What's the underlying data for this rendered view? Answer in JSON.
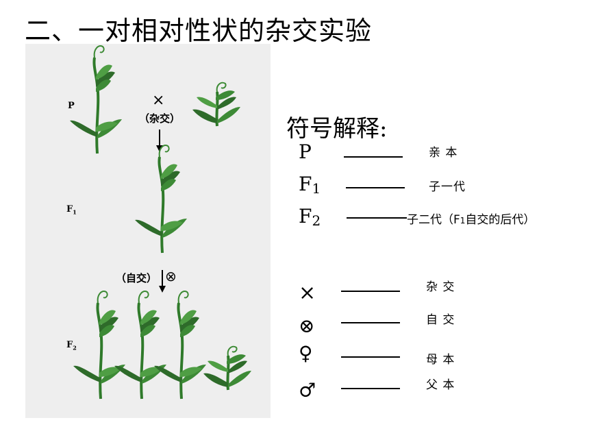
{
  "title": "二、一对相对性状的杂交实验",
  "figure": {
    "labels": {
      "p": "P",
      "f": "F",
      "f1_sub": "1",
      "f2_sub": "2"
    },
    "cross_symbol": "×",
    "cross_text": "（杂交）",
    "self_text": "（自交）",
    "self_symbol": "⊗"
  },
  "legend": {
    "heading": "符号解释:",
    "rows": [
      {
        "symbol": "P",
        "meaning": "亲 本"
      },
      {
        "symbol": "F",
        "sub": "1",
        "meaning": "子一代"
      },
      {
        "symbol": "F",
        "sub": "2",
        "meaning_prefix": "子二代（F",
        "meaning_sub": "1",
        "meaning_suffix": "自交的后代）"
      },
      {
        "symbol": "×",
        "meaning": "杂 交"
      },
      {
        "symbol": "⊗",
        "meaning": "自 交"
      },
      {
        "symbol": "♀",
        "meaning": "母 本"
      },
      {
        "symbol": "♂",
        "meaning": "父 本"
      }
    ]
  }
}
